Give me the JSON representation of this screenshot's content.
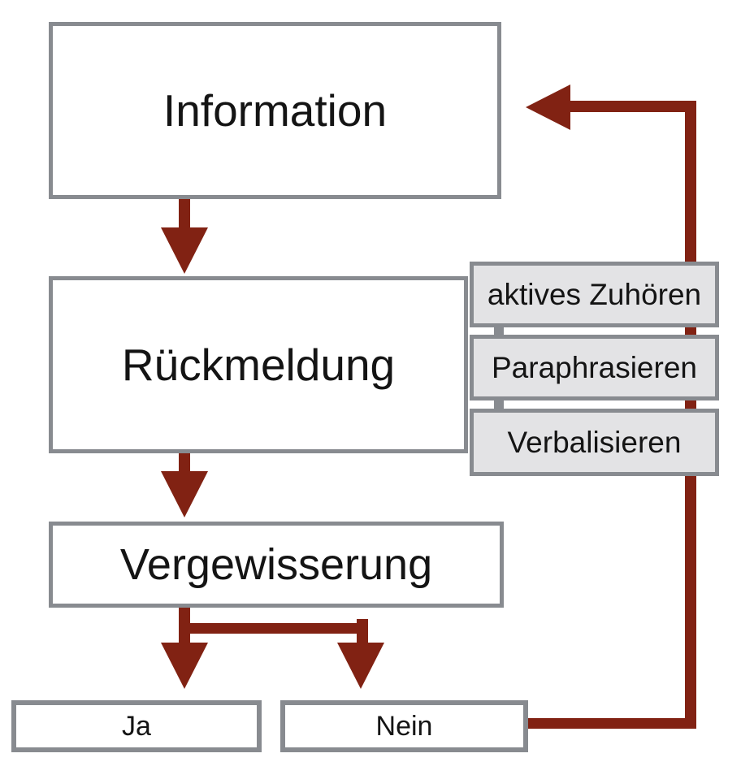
{
  "colors": {
    "background": "#ffffff",
    "main_box_fill": "#ffffff",
    "side_box_fill": "#e3e3e5",
    "border": "#888b90",
    "arrow": "#812213",
    "text": "#141414"
  },
  "nodes": {
    "information": {
      "label": "Information"
    },
    "rueckmeldung": {
      "label": "Rückmeldung"
    },
    "vergewisserung": {
      "label": "Vergewisserung"
    },
    "ja": {
      "label": "Ja"
    },
    "nein": {
      "label": "Nein"
    },
    "aktives_zuhoeren": {
      "label": "aktives Zuhören"
    },
    "paraphrasieren": {
      "label": "Paraphrasieren"
    },
    "verbalisieren": {
      "label": "Verbalisieren"
    }
  },
  "edges": [
    {
      "from": "Information",
      "to": "Rückmeldung"
    },
    {
      "from": "Rückmeldung",
      "to": "Vergewisserung"
    },
    {
      "from": "Vergewisserung",
      "to": "Ja"
    },
    {
      "from": "Vergewisserung",
      "to": "Nein"
    },
    {
      "from": "Nein",
      "to": "Information"
    }
  ]
}
